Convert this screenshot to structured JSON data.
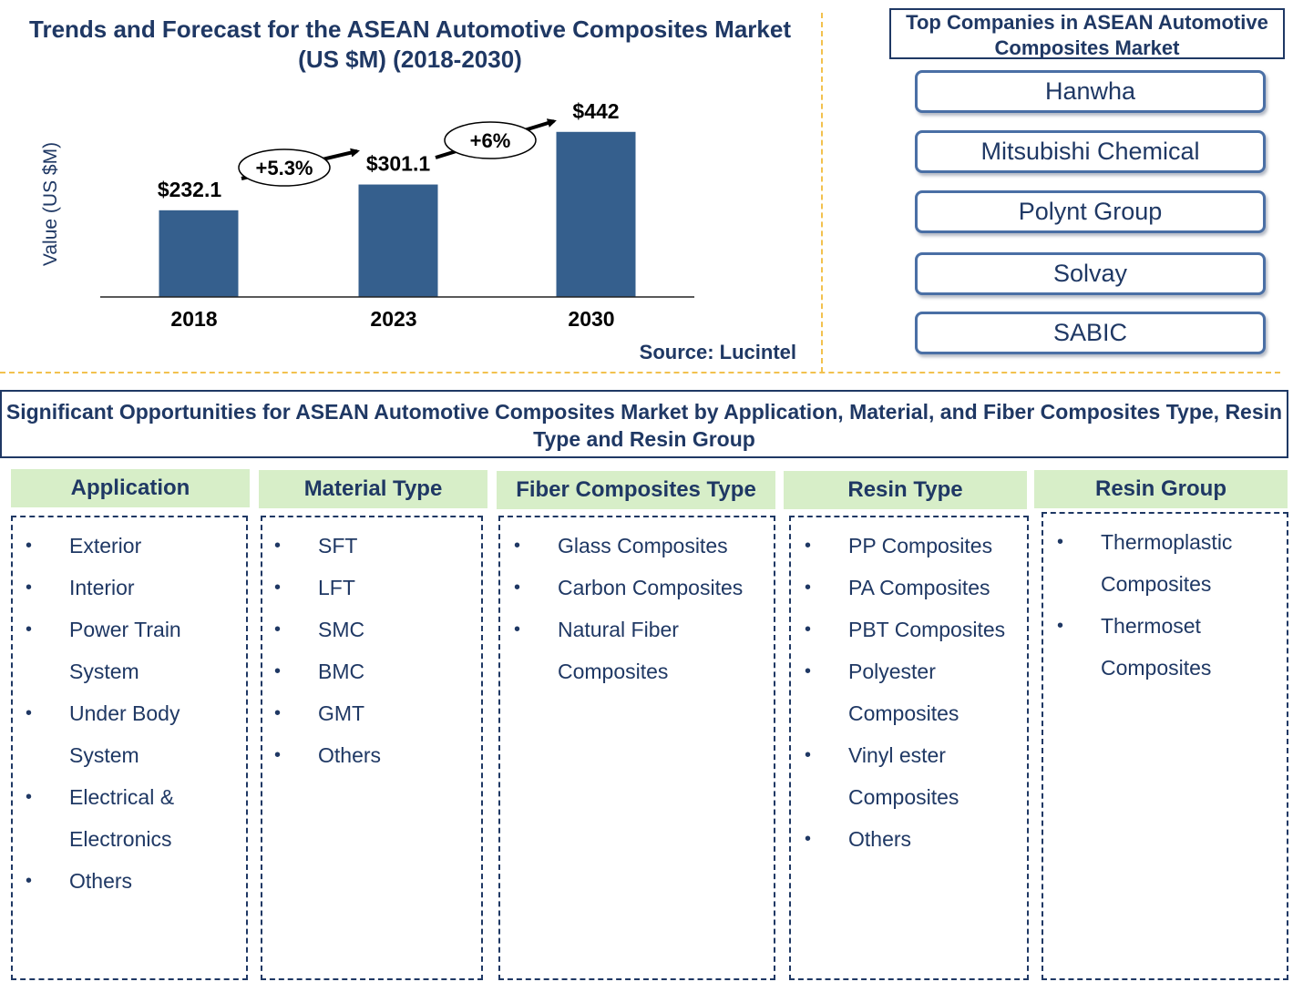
{
  "chart_data": {
    "type": "bar",
    "title": "Trends and Forecast for the ASEAN Automotive Composites Market (US $M) (2018-2030)",
    "ylabel": "Value (US $M)",
    "xlabel": "",
    "categories": [
      "2018",
      "2023",
      "2030"
    ],
    "values": [
      232.1,
      301.1,
      442
    ],
    "value_labels": [
      "$232.1",
      "$301.1",
      "$442"
    ],
    "growth_annotations": [
      "+5.3%",
      "+6%"
    ],
    "bar_color": "#355f8d",
    "ylim": [
      0,
      500
    ],
    "grid": false,
    "legend": "none"
  },
  "source": "Source: Lucintel",
  "top_companies": {
    "title": "Top Companies in ASEAN Automotive Composites Market",
    "items": [
      "Hanwha",
      "Mitsubishi Chemical",
      "Polynt Group",
      "Solvay",
      "SABIC"
    ]
  },
  "opportunities": {
    "title": "Significant Opportunities for ASEAN Automotive Composites Market by Application, Material, and Fiber Composites Type, Resin Type and Resin Group",
    "columns": [
      {
        "header": "Application",
        "items": [
          "Exterior",
          "Interior",
          "Power Train System",
          "Under Body System",
          "Electrical & Electronics",
          "Others"
        ]
      },
      {
        "header": "Material Type",
        "items": [
          "SFT",
          "LFT",
          "SMC",
          "BMC",
          "GMT",
          "Others"
        ]
      },
      {
        "header": "Fiber Composites Type",
        "items": [
          "Glass Composites",
          "Carbon Composites",
          "Natural Fiber Composites"
        ]
      },
      {
        "header": "Resin Type",
        "items": [
          "PP Composites",
          "PA Composites",
          "PBT Composites",
          "Polyester Composites",
          "Vinyl ester Composites",
          "Others"
        ]
      },
      {
        "header": "Resin Group",
        "items": [
          "Thermoplastic Composites",
          "Thermoset Composites"
        ]
      }
    ]
  },
  "colors": {
    "navy": "#1f3864",
    "bar": "#355f8d",
    "header_green": "#d7eec8",
    "separator": "#f2c14e"
  },
  "bullet_glyph": "•"
}
